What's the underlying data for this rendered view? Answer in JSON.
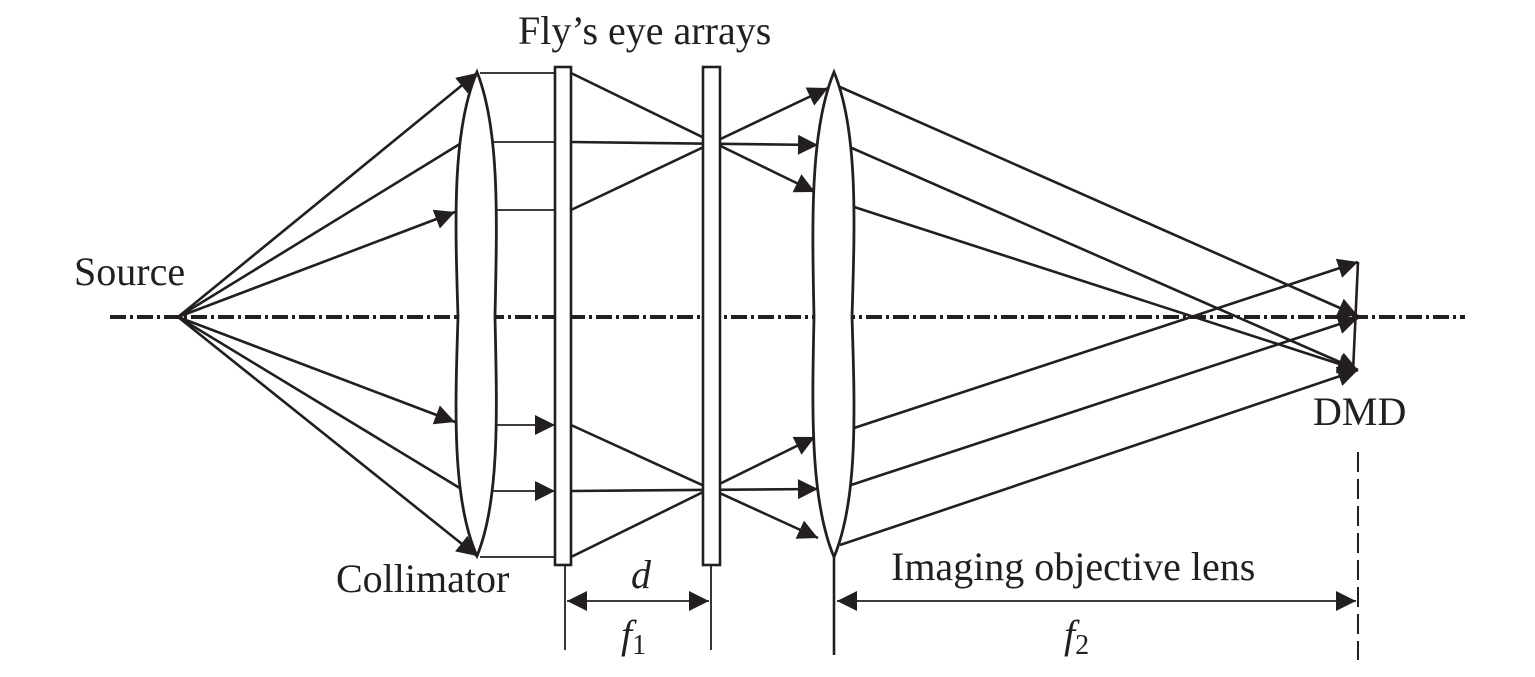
{
  "labels": {
    "fly_eye": "Fly’s eye arrays",
    "source": "Source",
    "collimator": "Collimator",
    "d": "d",
    "f": "f",
    "sub_1": "1",
    "sub_2": "2",
    "imaging_lens": "Imaging objective lens",
    "dmd": "DMD"
  },
  "colors": {
    "ink": "#231f20",
    "background": "#ffffff"
  }
}
